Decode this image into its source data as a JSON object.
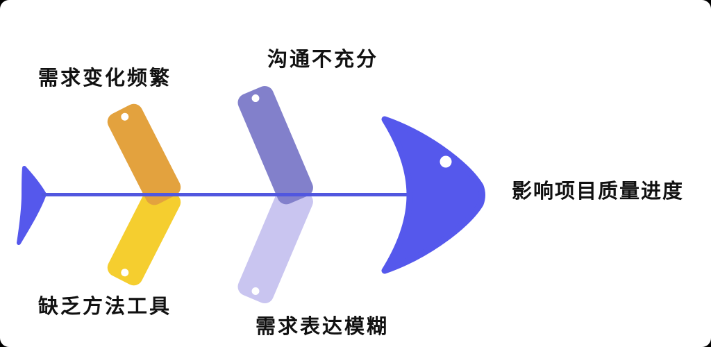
{
  "diagram": {
    "type": "fishbone",
    "effect": {
      "label": "影响项目质量进度"
    },
    "causes_top": [
      {
        "label": "需求变化频繁",
        "color": "#E3A23E"
      },
      {
        "label": "沟通不充分",
        "color": "#8280CB"
      }
    ],
    "causes_bottom": [
      {
        "label": "缺乏方法工具",
        "color": "#F5CE2F"
      },
      {
        "label": "需求表达模糊",
        "color": "#C9C5F0"
      }
    ],
    "colors": {
      "head": "#5558EC",
      "tail": "#5558EC",
      "spine": "#5157DF",
      "pin_dot": "#FFFFFF",
      "eye": "#FFFFFF",
      "text": "#111111",
      "card_background": "#FFFFFF",
      "page_background": "#000000"
    }
  }
}
